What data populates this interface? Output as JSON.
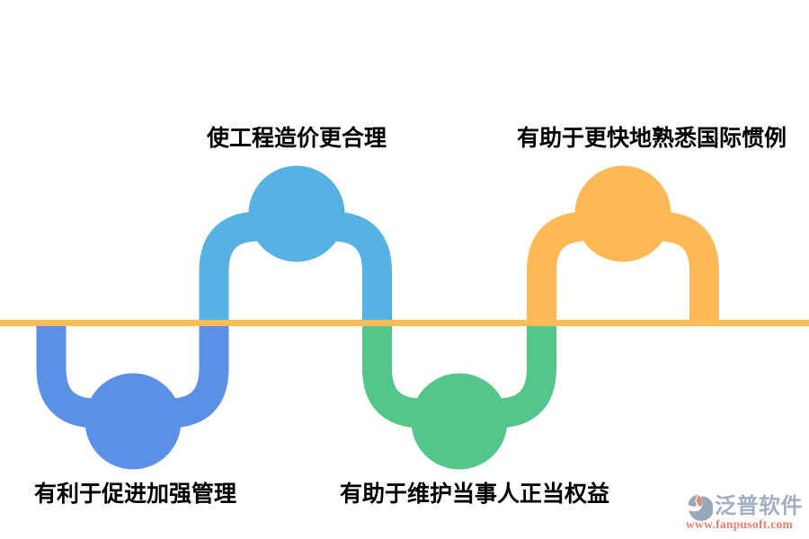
{
  "diagram": {
    "description": "serpentine-timeline",
    "baseline": {
      "color": "#FFBC59"
    },
    "label_color": "#000000",
    "nodes": [
      {
        "label": "有利于促进加强管理",
        "position": "bottom",
        "color": "#5C90E6"
      },
      {
        "label": "使工程造价更合理",
        "position": "top",
        "color": "#55B2E3"
      },
      {
        "label": "有助于维护当事人正当权益",
        "position": "bottom",
        "color": "#55C68A"
      },
      {
        "label": "有助于更快地熟悉国际惯例",
        "position": "top",
        "color": "#FEB855"
      }
    ]
  },
  "watermark": {
    "brand": "泛普软件",
    "url": "www.fanpusoft.com",
    "brand_color": "#A2AFC0",
    "url_color": "#E2826C",
    "icon": {
      "name": "fanpu-logo-icon",
      "primary": "#99A7B9",
      "accent": "#DC8E74"
    }
  }
}
